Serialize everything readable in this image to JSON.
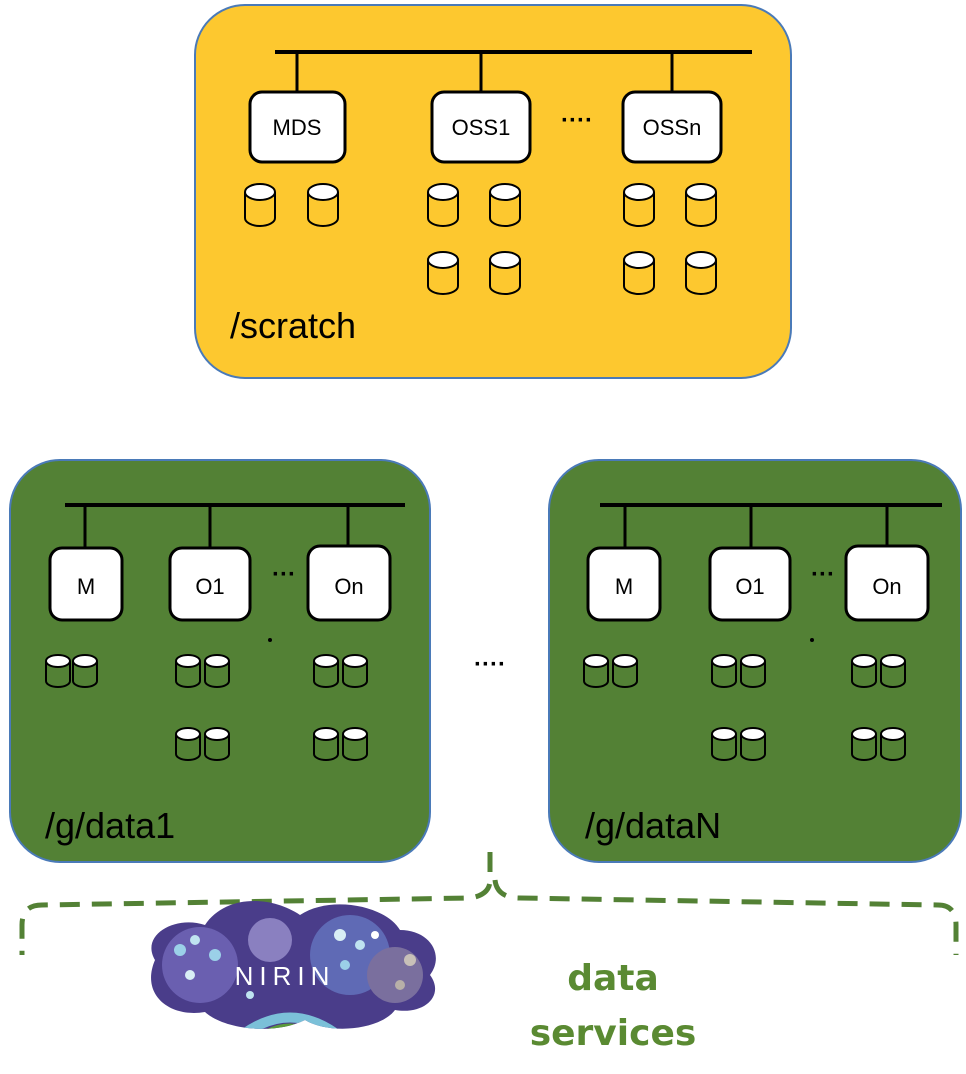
{
  "colors": {
    "scratch_fill": "#fdc82f",
    "data_fill": "#538135",
    "border": "#4a7ab8",
    "services_text": "#5a8a32",
    "dashed": "#538135"
  },
  "scratch": {
    "label": "/scratch",
    "nodes": [
      "MDS",
      "OSS1",
      "OSSn"
    ],
    "ellipsis": "····"
  },
  "data_fs": [
    {
      "label": "/g/data1",
      "nodes": [
        "M",
        "O1",
        "On"
      ],
      "ellipsis": "···"
    },
    {
      "label": "/g/dataN",
      "nodes": [
        "M",
        "O1",
        "On"
      ],
      "ellipsis": "···"
    }
  ],
  "between_ellipsis": "····",
  "services": {
    "logo_text": "NIRIN",
    "line1": "data",
    "line2": "services"
  }
}
